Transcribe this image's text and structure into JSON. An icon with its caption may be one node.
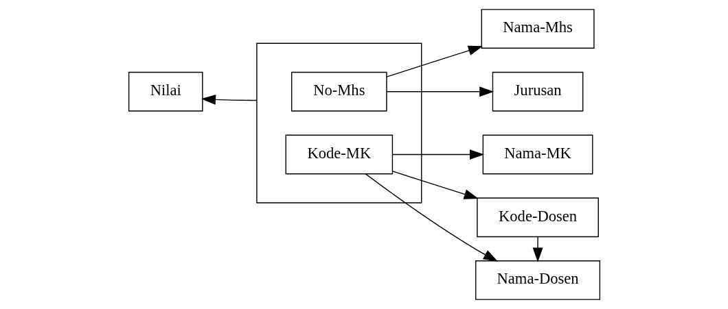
{
  "diagram": {
    "nodes": [
      {
        "text": [],
        "shape": "box"
      },
      {
        "text": [
          "No-Mhs"
        ],
        "in": 0
      },
      {
        "text": [
          "Kode-MK"
        ],
        "in": 0
      },
      {
        "text": [
          "Nilai"
        ]
      },
      {
        "text": [
          "Nama-Mhs"
        ]
      },
      {
        "text": [
          "Jurusan"
        ]
      },
      {
        "text": [
          "Nama-MK"
        ]
      },
      {
        "text": [
          "Kode-Dosen"
        ]
      },
      {
        "text": [
          "Nama-Dosen"
        ]
      }
    ],
    "edges": [
      {
        "from": 0,
        "to": 3,
        "arrow": "to"
      },
      {
        "from": 1,
        "to": 4,
        "arrow": "to"
      },
      {
        "from": 1,
        "to": 5,
        "arrow": "to"
      },
      {
        "from": 2,
        "to": 6,
        "arrow": "to"
      },
      {
        "from": 2,
        "to": 7,
        "arrow": "to"
      },
      {
        "from": 2,
        "to": 8,
        "arrow": "to"
      },
      {
        "from": 7,
        "to": 8,
        "arrow": "to"
      }
    ]
  }
}
